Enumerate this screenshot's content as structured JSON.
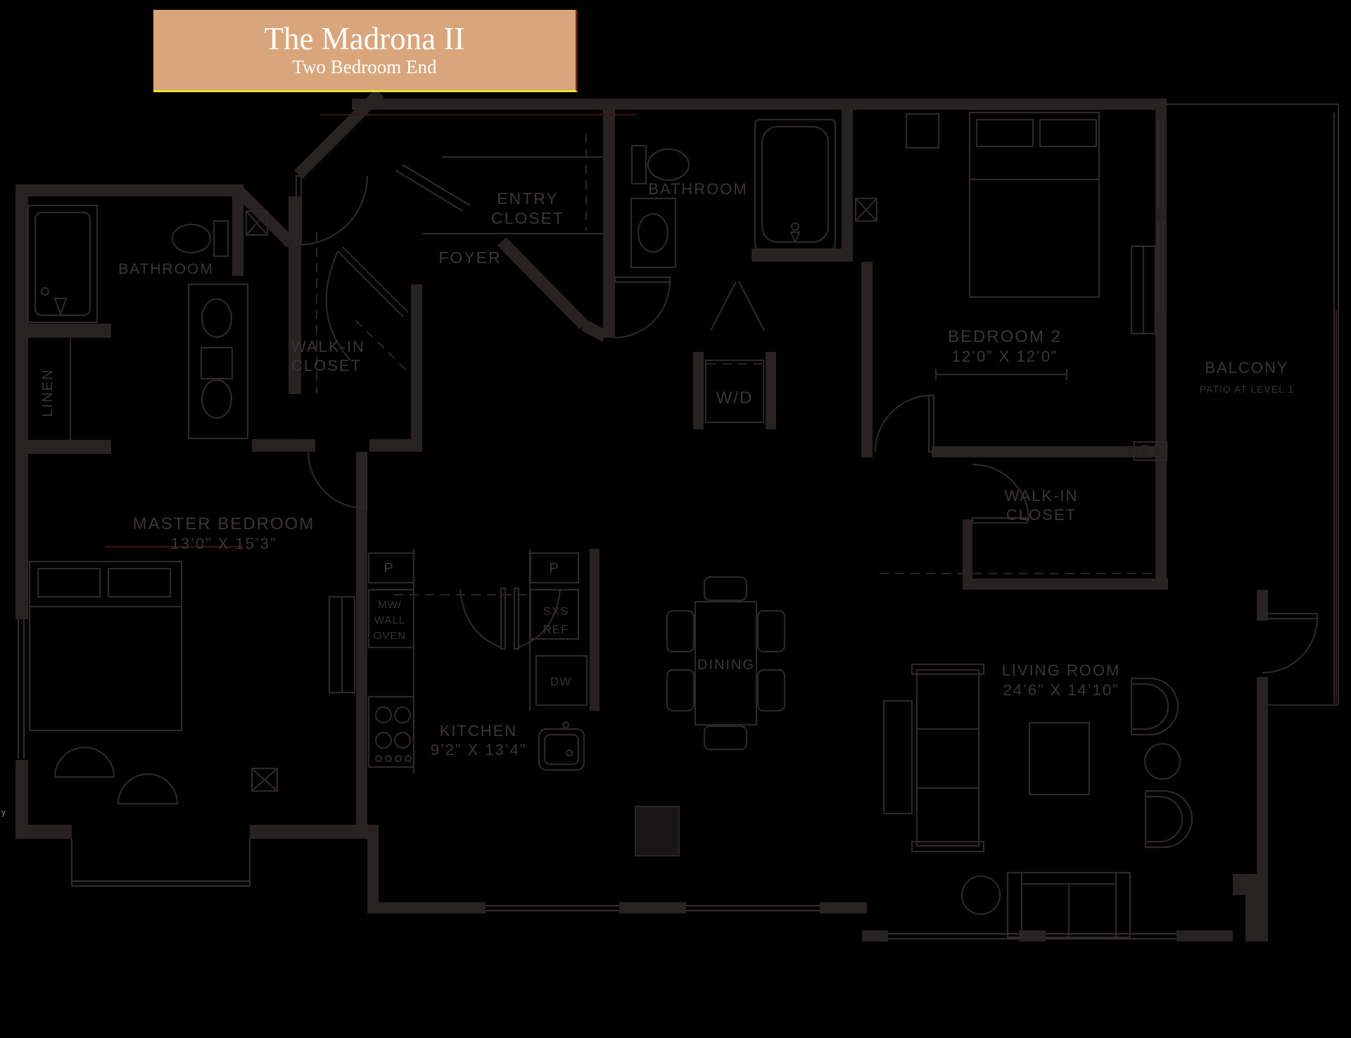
{
  "header": {
    "title": "The Madrona II",
    "subtitle": "Two Bedroom End"
  },
  "rooms": {
    "entry_closet": {
      "line1": "ENTRY",
      "line2": "CLOSET"
    },
    "foyer": "FOYER",
    "bathroom_upper": "BATHROOM",
    "bathroom_master": "BATHROOM",
    "linen": "LINEN",
    "walk_in_master": {
      "line1": "WALK-IN",
      "line2": "CLOSET"
    },
    "laundry": "W/D",
    "bedroom2": {
      "name": "BEDROOM 2",
      "dims": "12’0” X 12’0”"
    },
    "balcony": {
      "name": "BALCONY",
      "note": "PATIO AT LEVEL 1"
    },
    "walk_in_2": {
      "line1": "WALK-IN",
      "line2": "CLOSET"
    },
    "master_bedroom": {
      "name": "MASTER BEDROOM",
      "dims": "13’0” X 15’3”"
    },
    "kitchen": {
      "name": "KITCHEN",
      "dims": "9’2” X 13’4”"
    },
    "dining": "DINING",
    "living_room": {
      "name": "LIVING ROOM",
      "dims": "24’6” X 14’10”"
    }
  },
  "appliances": {
    "pantry_left": "P",
    "pantry_right": "P",
    "wall_oven_1": "MW/",
    "wall_oven_2": "WALL",
    "wall_oven_3": "OVEN",
    "fridge_1": "SXS",
    "fridge_2": "REF",
    "dishwasher": "DW"
  },
  "stray_text": "y",
  "colors": {
    "background": "#000000",
    "title_box_bg": "#d9a67c",
    "title_box_text": "#fdfdfa",
    "title_underline": "#e9e03a",
    "title_edge": "#6e1f1f",
    "wall": "#282223",
    "fixture_line": "#2d2728",
    "label_text": "#3b3537",
    "accent_red": "#3f1115"
  }
}
